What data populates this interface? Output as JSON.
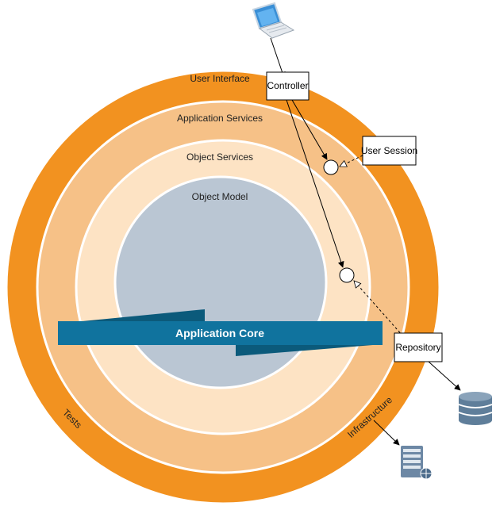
{
  "layers": {
    "user_interface": "User Interface",
    "application_services": "Application Services",
    "object_services": "Object Services",
    "object_model": "Object Model",
    "tests": "Tests",
    "infrastructure": "Infrastructure"
  },
  "core": {
    "label": "Application Core"
  },
  "boxes": {
    "controller": "Controller",
    "user_session": "User Session",
    "repository": "Repository"
  },
  "icons": {
    "client": "laptop-icon",
    "database": "database-icon",
    "server": "server-icon"
  },
  "colors": {
    "outer_ring": "#f29220",
    "services_ring": "#f6c187",
    "object_services_ring": "#fde3c4",
    "object_model": "#bac6d3",
    "core_banner": "#10739e",
    "core_banner_dark": "#0b5a7b"
  }
}
